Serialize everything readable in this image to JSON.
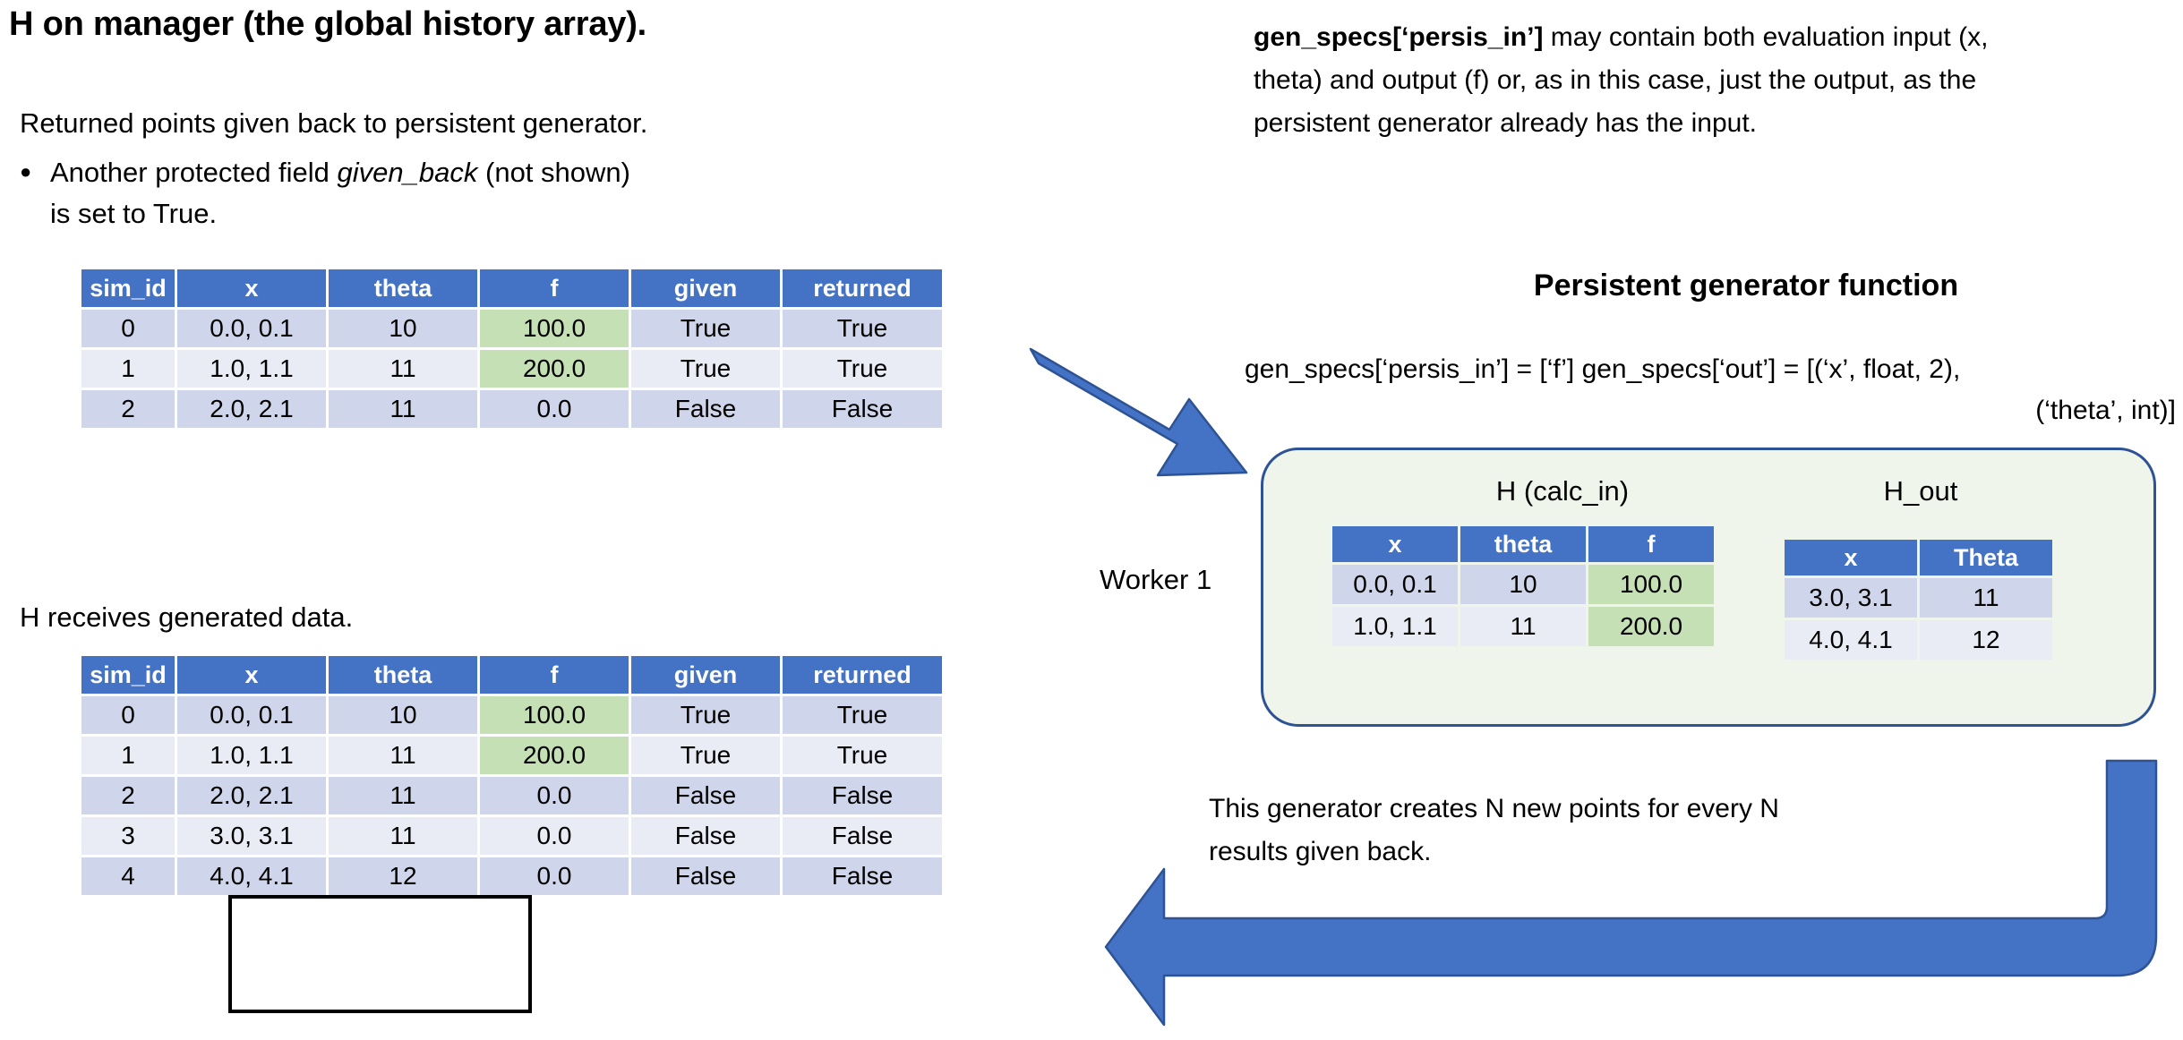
{
  "slide": {
    "title": "H on manager (the global history array).",
    "lead": "Returned  points given back to persistent generator.",
    "bullet_prefix": "Another protected field ",
    "bullet_italic": "given_back",
    "bullet_suffix": " (not shown) is set to True.",
    "section_label": "H receives  generated  data."
  },
  "right": {
    "para_bold": "gen_specs[‘persis_in’]",
    "para_rest": " may contain both evaluation input (x, theta) and output (f) or, as in this case, just the output, as the persistent generator already has the input.",
    "pg_heading": "Persistent generator function",
    "gen_specs_row1": "gen_specs[‘persis_in’] = [‘f’]   gen_specs[‘out’] = [(‘x’, float, 2),",
    "gen_specs_row2": "(‘theta’, int)]",
    "worker_label": "Worker 1",
    "bottom_note": "This generator creates N new points for every N results given back."
  },
  "tables": {
    "h_headers": [
      "sim_id",
      "x",
      "theta",
      "f",
      "given",
      "returned"
    ],
    "h_returned": {
      "title": "H on manager - returned points",
      "rows": [
        [
          "0",
          "0.0, 0.1",
          "10",
          "100.0",
          "True",
          "True"
        ],
        [
          "1",
          "1.0, 1.1",
          "11",
          "200.0",
          "True",
          "True"
        ],
        [
          "2",
          "2.0, 2.1",
          "11",
          "0.0",
          "False",
          "False"
        ]
      ],
      "highlight_cells": [
        [
          0,
          3
        ],
        [
          1,
          3
        ]
      ]
    },
    "h_received": {
      "title": "H receives generated data",
      "rows": [
        [
          "0",
          "0.0, 0.1",
          "10",
          "100.0",
          "True",
          "True"
        ],
        [
          "1",
          "1.0, 1.1",
          "11",
          "200.0",
          "True",
          "True"
        ],
        [
          "2",
          "2.0, 2.1",
          "11",
          "0.0",
          "False",
          "False"
        ],
        [
          "3",
          "3.0, 3.1",
          "11",
          "0.0",
          "False",
          "False"
        ],
        [
          "4",
          "4.0, 4.1",
          "12",
          "0.0",
          "False",
          "False"
        ]
      ],
      "highlight_cells": [
        [
          0,
          3
        ],
        [
          1,
          3
        ]
      ]
    },
    "calc_in": {
      "title": "H (calc_in)",
      "headers": [
        "x",
        "theta",
        "f"
      ],
      "rows": [
        [
          "0.0, 0.1",
          "10",
          "100.0"
        ],
        [
          "1.0, 1.1",
          "11",
          "200.0"
        ]
      ],
      "highlight_cells": [
        [
          0,
          2
        ],
        [
          1,
          2
        ]
      ]
    },
    "h_out": {
      "title": "H_out",
      "headers": [
        "x",
        "Theta"
      ],
      "rows": [
        [
          "3.0, 3.1",
          "11"
        ],
        [
          "4.0, 4.1",
          "12"
        ]
      ],
      "highlight_cells": []
    }
  },
  "colors": {
    "header_blue": "#4472C4",
    "row_dark": "#CFD5EA",
    "row_light": "#E9EBF5",
    "highlight_green": "#C5E0B4",
    "panel_fill": "#EFF5EA",
    "panel_border": "#2E5395",
    "arrow_blue": "#4472C4",
    "arrow_border": "#2E5395"
  },
  "icons": {
    "arrow_diagonal": "arrow-down-right-icon",
    "arrow_return": "arrow-elbow-left-icon"
  }
}
